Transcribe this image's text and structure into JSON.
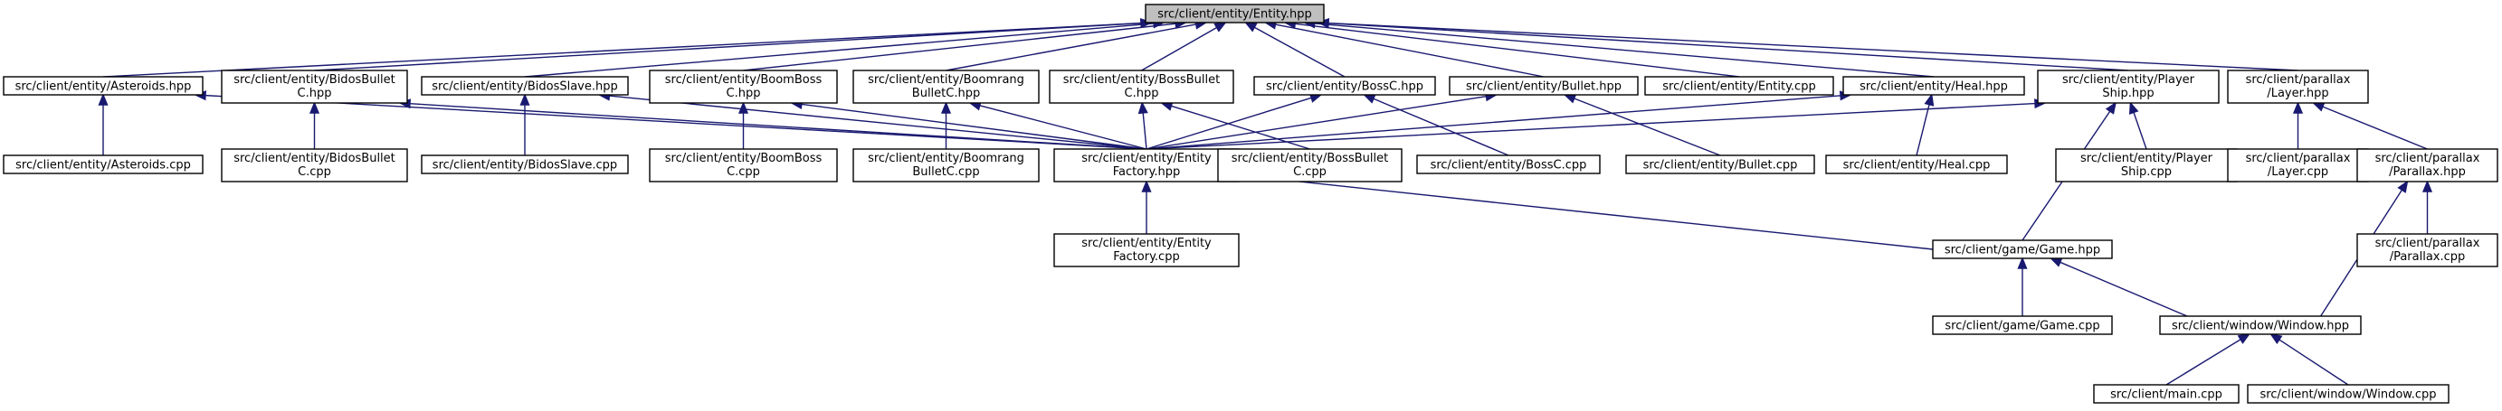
{
  "colors": {
    "edge": "#191970",
    "root_fill": "#bfbfbf",
    "node_fill": "#ffffff"
  },
  "nodes": {
    "entity_hpp": {
      "lines": [
        "src/client/entity/Entity.hpp"
      ]
    },
    "asteroids_hpp": {
      "lines": [
        "src/client/entity/Asteroids.hpp"
      ]
    },
    "bidosbullet_hpp": {
      "lines": [
        "src/client/entity/BidosBullet",
        "C.hpp"
      ]
    },
    "bidosslave_hpp": {
      "lines": [
        "src/client/entity/BidosSlave.hpp"
      ]
    },
    "boomboss_hpp": {
      "lines": [
        "src/client/entity/BoomBoss",
        "C.hpp"
      ]
    },
    "boomrang_hpp": {
      "lines": [
        "src/client/entity/Boomrang",
        "BulletC.hpp"
      ]
    },
    "bossbullet_hpp": {
      "lines": [
        "src/client/entity/BossBullet",
        "C.hpp"
      ]
    },
    "bossc_hpp": {
      "lines": [
        "src/client/entity/BossC.hpp"
      ]
    },
    "bullet_hpp": {
      "lines": [
        "src/client/entity/Bullet.hpp"
      ]
    },
    "entity_cpp": {
      "lines": [
        "src/client/entity/Entity.cpp"
      ]
    },
    "heal_hpp": {
      "lines": [
        "src/client/entity/Heal.hpp"
      ]
    },
    "playership_hpp": {
      "lines": [
        "src/client/entity/Player",
        "Ship.hpp"
      ]
    },
    "layer_hpp": {
      "lines": [
        "src/client/parallax",
        "/Layer.hpp"
      ]
    },
    "asteroids_cpp": {
      "lines": [
        "src/client/entity/Asteroids.cpp"
      ]
    },
    "bidosbullet_cpp": {
      "lines": [
        "src/client/entity/BidosBullet",
        "C.cpp"
      ]
    },
    "bidosslave_cpp": {
      "lines": [
        "src/client/entity/BidosSlave.cpp"
      ]
    },
    "boomboss_cpp": {
      "lines": [
        "src/client/entity/BoomBoss",
        "C.cpp"
      ]
    },
    "boomrang_cpp": {
      "lines": [
        "src/client/entity/Boomrang",
        "BulletC.cpp"
      ]
    },
    "entityfactory_hpp": {
      "lines": [
        "src/client/entity/Entity",
        "Factory.hpp"
      ]
    },
    "bossbullet_cpp": {
      "lines": [
        "src/client/entity/BossBullet",
        "C.cpp"
      ]
    },
    "bossc_cpp": {
      "lines": [
        "src/client/entity/BossC.cpp"
      ]
    },
    "bullet_cpp": {
      "lines": [
        "src/client/entity/Bullet.cpp"
      ]
    },
    "heal_cpp": {
      "lines": [
        "src/client/entity/Heal.cpp"
      ]
    },
    "playership_cpp": {
      "lines": [
        "src/client/entity/Player",
        "Ship.cpp"
      ]
    },
    "layer_cpp": {
      "lines": [
        "src/client/parallax",
        "/Layer.cpp"
      ]
    },
    "parallax_hpp": {
      "lines": [
        "src/client/parallax",
        "/Parallax.hpp"
      ]
    },
    "entityfactory_cpp": {
      "lines": [
        "src/client/entity/Entity",
        "Factory.cpp"
      ]
    },
    "game_hpp": {
      "lines": [
        "src/client/game/Game.hpp"
      ]
    },
    "parallax_cpp": {
      "lines": [
        "src/client/parallax",
        "/Parallax.cpp"
      ]
    },
    "game_cpp": {
      "lines": [
        "src/client/game/Game.cpp"
      ]
    },
    "window_hpp": {
      "lines": [
        "src/client/window/Window.hpp"
      ]
    },
    "main_cpp": {
      "lines": [
        "src/client/main.cpp"
      ]
    },
    "window_cpp": {
      "lines": [
        "src/client/window/Window.cpp"
      ]
    }
  },
  "edges": [
    [
      "asteroids_hpp",
      "entity_hpp"
    ],
    [
      "bidosbullet_hpp",
      "entity_hpp"
    ],
    [
      "bidosslave_hpp",
      "entity_hpp"
    ],
    [
      "boomboss_hpp",
      "entity_hpp"
    ],
    [
      "boomrang_hpp",
      "entity_hpp"
    ],
    [
      "bossbullet_hpp",
      "entity_hpp"
    ],
    [
      "bossc_hpp",
      "entity_hpp"
    ],
    [
      "bullet_hpp",
      "entity_hpp"
    ],
    [
      "entity_cpp",
      "entity_hpp"
    ],
    [
      "heal_hpp",
      "entity_hpp"
    ],
    [
      "playership_hpp",
      "entity_hpp"
    ],
    [
      "layer_hpp",
      "entity_hpp"
    ],
    [
      "asteroids_cpp",
      "asteroids_hpp"
    ],
    [
      "entityfactory_hpp",
      "asteroids_hpp"
    ],
    [
      "bidosbullet_cpp",
      "bidosbullet_hpp"
    ],
    [
      "entityfactory_hpp",
      "bidosbullet_hpp"
    ],
    [
      "bidosslave_cpp",
      "bidosslave_hpp"
    ],
    [
      "entityfactory_hpp",
      "bidosslave_hpp"
    ],
    [
      "boomboss_cpp",
      "boomboss_hpp"
    ],
    [
      "entityfactory_hpp",
      "boomboss_hpp"
    ],
    [
      "boomrang_cpp",
      "boomrang_hpp"
    ],
    [
      "entityfactory_hpp",
      "boomrang_hpp"
    ],
    [
      "entityfactory_hpp",
      "bossbullet_hpp"
    ],
    [
      "bossbullet_cpp",
      "bossbullet_hpp"
    ],
    [
      "entityfactory_hpp",
      "bossc_hpp"
    ],
    [
      "bossc_cpp",
      "bossc_hpp"
    ],
    [
      "entityfactory_hpp",
      "bullet_hpp"
    ],
    [
      "bullet_cpp",
      "bullet_hpp"
    ],
    [
      "entityfactory_hpp",
      "heal_hpp"
    ],
    [
      "heal_cpp",
      "heal_hpp"
    ],
    [
      "entityfactory_hpp",
      "playership_hpp"
    ],
    [
      "playership_cpp",
      "playership_hpp"
    ],
    [
      "game_hpp",
      "playership_hpp"
    ],
    [
      "layer_cpp",
      "layer_hpp"
    ],
    [
      "parallax_hpp",
      "layer_hpp"
    ],
    [
      "entityfactory_cpp",
      "entityfactory_hpp"
    ],
    [
      "game_hpp",
      "entityfactory_hpp"
    ],
    [
      "parallax_cpp",
      "parallax_hpp"
    ],
    [
      "window_hpp",
      "parallax_hpp"
    ],
    [
      "game_cpp",
      "game_hpp"
    ],
    [
      "window_hpp",
      "game_hpp"
    ],
    [
      "main_cpp",
      "window_hpp"
    ],
    [
      "window_cpp",
      "window_hpp"
    ]
  ]
}
